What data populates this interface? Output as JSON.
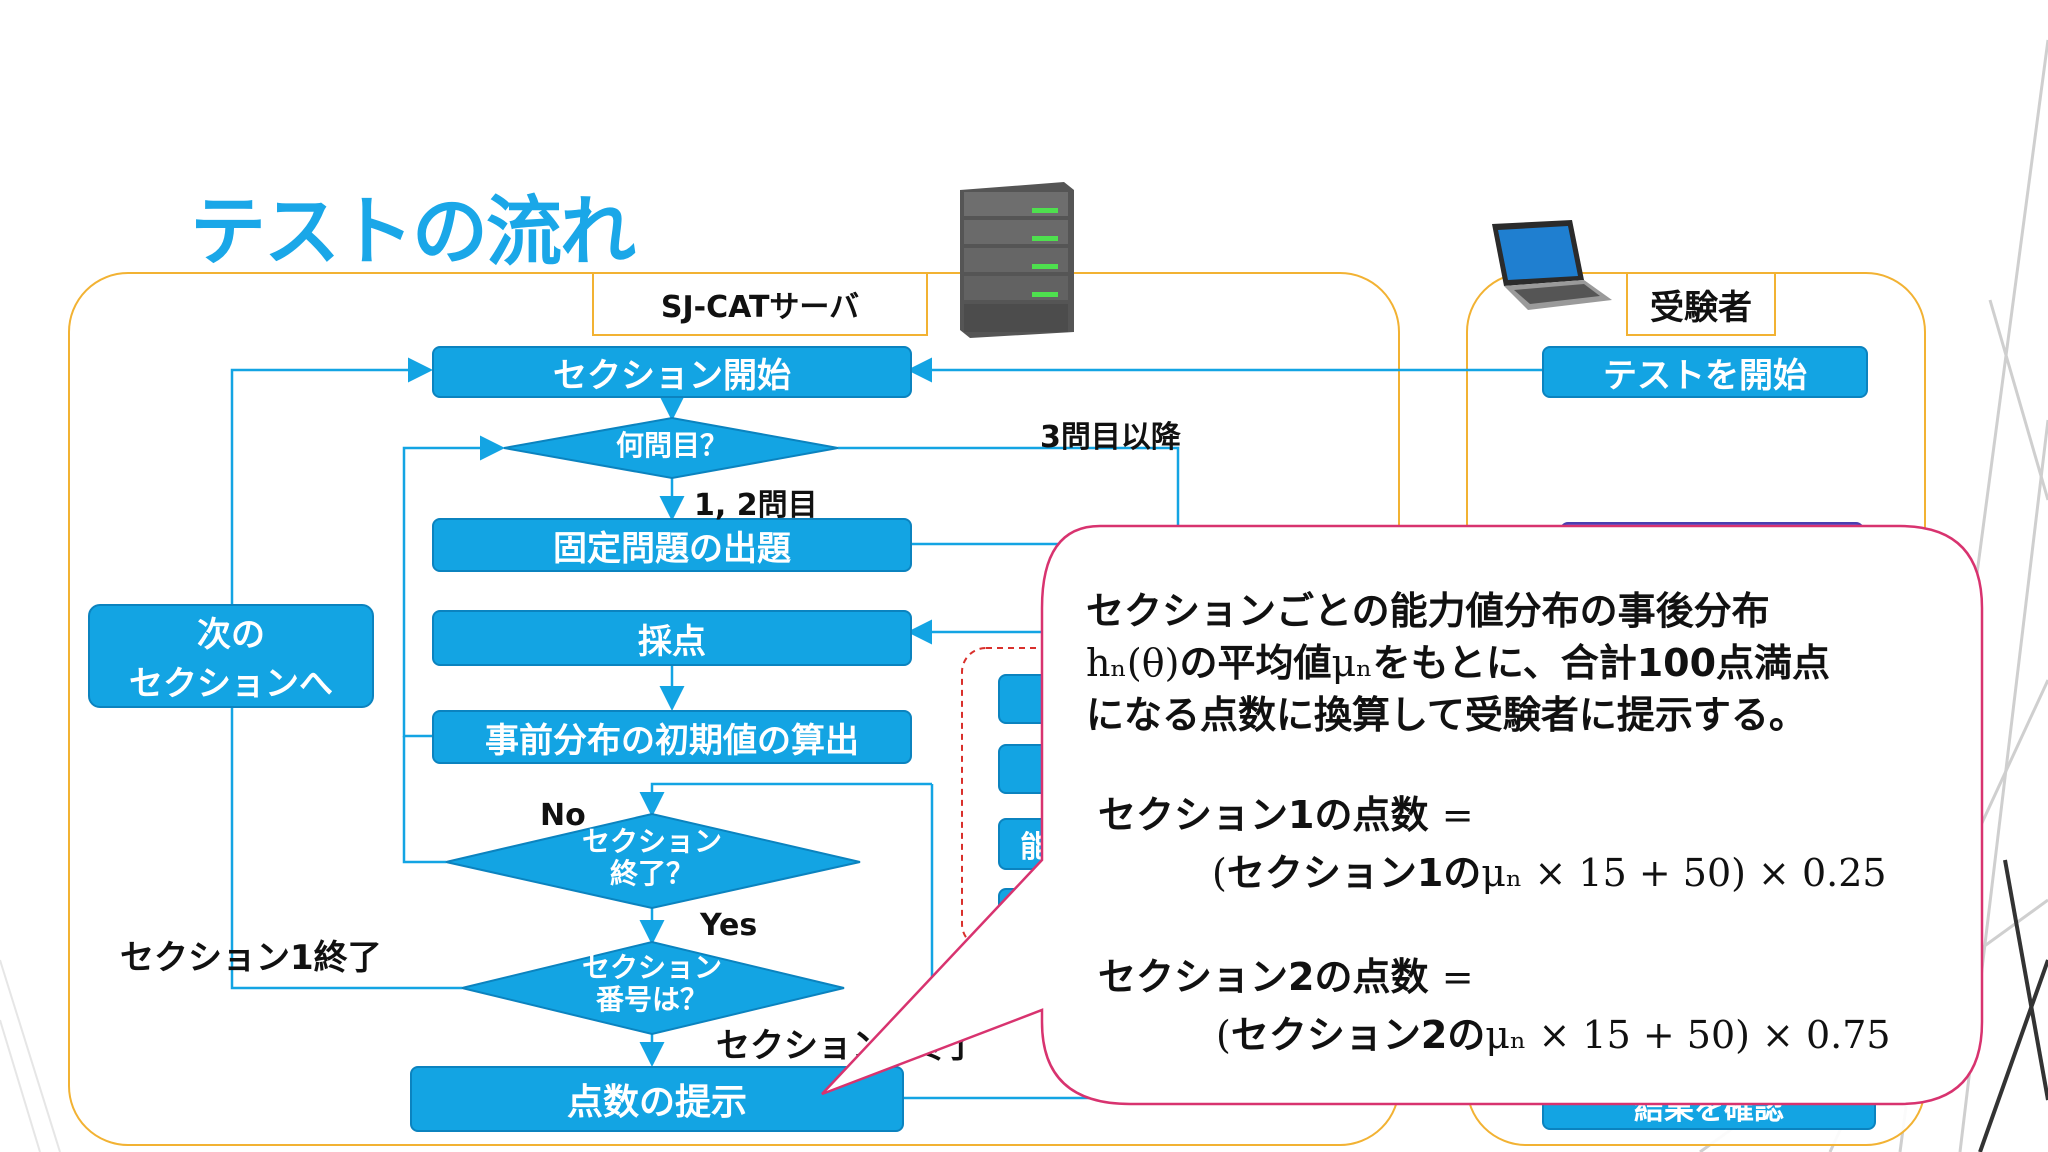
{
  "slide": {
    "title": "テストの流れ"
  },
  "server": {
    "label": "SJ-CATサーバ",
    "icon": "server-icon"
  },
  "examinee": {
    "label": "受験者",
    "icon": "laptop-icon",
    "start_box": "テストを開始",
    "end_box": "結果を確認"
  },
  "flow": {
    "section_start": "セクション開始",
    "which_question": "何問目？",
    "label_q3_later": "3問目以降",
    "label_q12": "1, 2問目",
    "fixed_question": "固定問題の出題",
    "scoring": "採点",
    "prior_calc": "事前分布の初期値の算出",
    "section_end_line1": "セクション",
    "section_end_line2": "終了？",
    "label_no": "No",
    "label_yes": "Yes",
    "section_number_line1": "セクション",
    "section_number_line2": "番号は？",
    "label_section1_end": "セクション1終了",
    "label_section2_end": "セクション2終了",
    "next_section_line1": "次の",
    "next_section_line2": "セクションへ",
    "present_score": "点数の提示",
    "partial_box": "能"
  },
  "callout": {
    "line1": "セクションごとの能力値分布の事後分布",
    "line2_math": "hₙ(θ)",
    "line2_a": "の平均値",
    "line2_mu": "μₙ",
    "line2_b": "をもとに、合計100点満点",
    "line3": "になる点数に換算して受験者に提示する。",
    "s1_label": "セクション1の点数",
    "s1_eq": "=",
    "s1_formula_open": "(",
    "s1_formula_label": "セクション1の",
    "s1_formula_rest": "μₙ × 15 + 50) × 0.25",
    "s2_label": "セクション2の点数",
    "s2_eq": "=",
    "s2_formula_open": "(",
    "s2_formula_label": "セクション2の",
    "s2_formula_rest": "μₙ × 15 + 50) × 0.75"
  },
  "colors": {
    "title": "#1aa7e8",
    "box_fill": "#13a4e3",
    "frame": "#f2b233",
    "callout_border": "#d8336f",
    "dashed": "#d9302c"
  }
}
